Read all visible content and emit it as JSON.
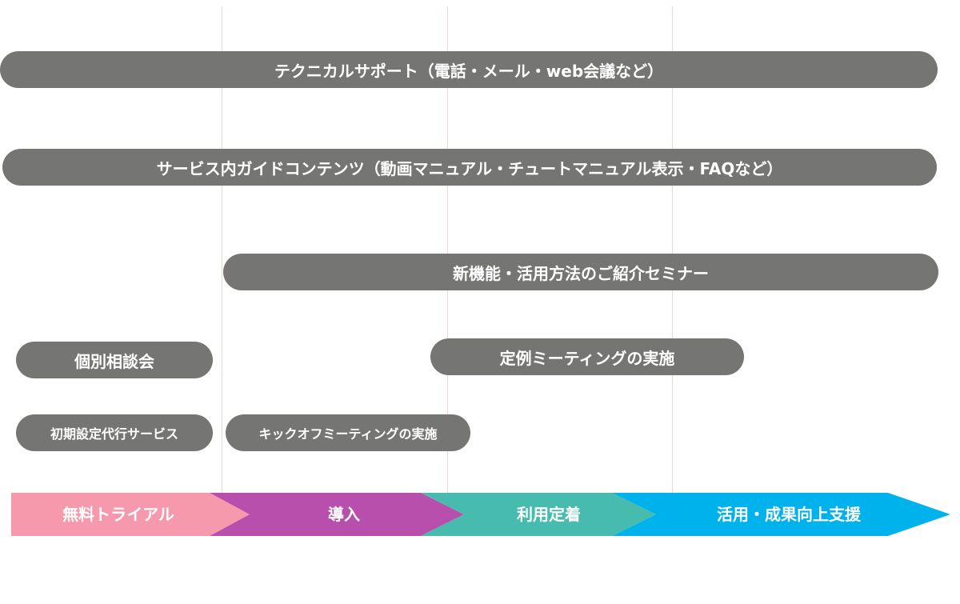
{
  "colors": {
    "bar": "#757674",
    "guide_line": "#f6cfd9",
    "phase_trial": "#f799ad",
    "phase_intro": "#b84fad",
    "phase_usage": "#47bbad",
    "phase_success": "#00b2ec"
  },
  "bars": {
    "technical_support": "テクニカルサポート（電話・メール・web会議など）",
    "guide_contents": "サービス内ガイドコンテンツ（動画マニュアル・チュートマニュアル表示・FAQなど）",
    "seminar": "新機能・活用方法のご紹介セミナー",
    "individual_consult": "個別相談会",
    "regular_meeting": "定例ミーティングの実施",
    "initial_setup": "初期設定代行サービス",
    "kickoff_meeting": "キックオフミーティングの実施"
  },
  "phases": [
    {
      "label": "無料トライアル"
    },
    {
      "label": "導入"
    },
    {
      "label": "利用定着"
    },
    {
      "label": "活用・成果向上支援"
    }
  ]
}
